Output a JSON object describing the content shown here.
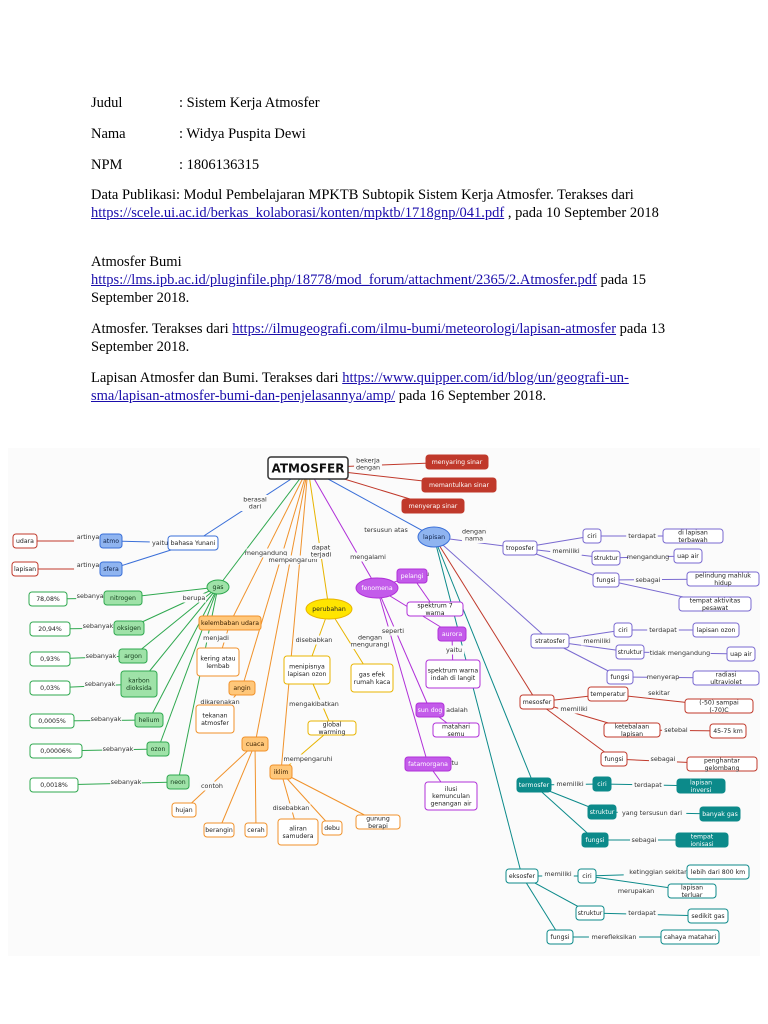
{
  "header": {
    "judul": {
      "label": "Judul",
      "value": ": Sistem Kerja Atmosfer"
    },
    "nama": {
      "label": "Nama",
      "value": ": Widya Puspita Dewi"
    },
    "npm": {
      "label": "NPM",
      "value": ": 1806136315"
    }
  },
  "refs": [
    {
      "text_before": "Data Publikasi:  Modul Pembelajaran MPKTB Subtopik Sistem Kerja Atmosfer. Terakses dari ",
      "link": "https://scele.ui.ac.id/berkas_kolaborasi/konten/mpktb/1718gnp/041.pdf",
      "text_after": " , pada 10 September 2018"
    },
    {
      "text_before": "Atmosfer Bumi ",
      "link": "https://lms.ipb.ac.id/pluginfile.php/18778/mod_forum/attachment/2365/2.Atmosfer.pdf",
      "text_after": "  pada 15 September 2018."
    },
    {
      "text_before": "Atmosfer. Terakses dari ",
      "link": "https://ilmugeografi.com/ilmu-bumi/meteorologi/lapisan-atmosfer",
      "text_after": " pada 13 September 2018."
    },
    {
      "text_before": "Lapisan Atmosfer dan Bumi. Terakses dari ",
      "link": "https://www.quipper.com/id/blog/un/geografi-un-sma/lapisan-atmosfer-bumi-dan-penjelasannya/amp/",
      "text_after": " pada 16 September 2018."
    }
  ],
  "mindmap": {
    "colors": {
      "red": "#c0392b",
      "blue": "#3a6fd8",
      "green": "#2fa84f",
      "yellow": "#e8b400",
      "orange": "#f0922b",
      "purple": "#b030d8",
      "violet": "#7a6ad0",
      "teal": "#0c8a8a"
    },
    "nodes": [
      {
        "id": "atmosfer",
        "text": "ATMOSFER",
        "style": "root"
      },
      {
        "id": "menyaring",
        "text": "menyaring sinar",
        "style": "red"
      },
      {
        "id": "memantulkan",
        "text": "memantulkan sinar",
        "style": "red"
      },
      {
        "id": "menyerap",
        "text": "menyerap sinar",
        "style": "red"
      },
      {
        "id": "bahasa",
        "text": "bahasa Yunani",
        "style": "blue-o"
      },
      {
        "id": "atmo",
        "text": "atmo",
        "style": "blue"
      },
      {
        "id": "sfera",
        "text": "sfera",
        "style": "blue"
      },
      {
        "id": "udara",
        "text": "udara",
        "style": "red-o"
      },
      {
        "id": "lapisan_r",
        "text": "lapisan",
        "style": "red-o"
      },
      {
        "id": "lapisan",
        "text": "lapisan",
        "style": "blue"
      },
      {
        "id": "gas",
        "text": "gas",
        "style": "green"
      },
      {
        "id": "nitrogen",
        "text": "nitrogen",
        "style": "green"
      },
      {
        "id": "oksigen",
        "text": "oksigen",
        "style": "green"
      },
      {
        "id": "argon",
        "text": "argon",
        "style": "green"
      },
      {
        "id": "karbon",
        "text": "karbon dioksida",
        "style": "green"
      },
      {
        "id": "helium",
        "text": "helium",
        "style": "green"
      },
      {
        "id": "ozon_g",
        "text": "ozon",
        "style": "green"
      },
      {
        "id": "neon",
        "text": "neon",
        "style": "green"
      },
      {
        "id": "p7808",
        "text": "78,08%",
        "style": "green-o"
      },
      {
        "id": "p2094",
        "text": "20,94%",
        "style": "green-o"
      },
      {
        "id": "p093",
        "text": "0,93%",
        "style": "green-o"
      },
      {
        "id": "p003",
        "text": "0,03%",
        "style": "green-o"
      },
      {
        "id": "p00005",
        "text": "0,0005%",
        "style": "green-o"
      },
      {
        "id": "p000006",
        "text": "0,00006%",
        "style": "green-o"
      },
      {
        "id": "p0018",
        "text": "0,0018%",
        "style": "green-o"
      },
      {
        "id": "kelembaban",
        "text": "kelembaban udara",
        "style": "orange"
      },
      {
        "id": "kering",
        "text": "kering atau lembab",
        "style": "orange-o"
      },
      {
        "id": "angin",
        "text": "angin",
        "style": "orange"
      },
      {
        "id": "tekanan",
        "text": "tekanan atmosfer",
        "style": "orange-o"
      },
      {
        "id": "cuaca",
        "text": "cuaca",
        "style": "orange"
      },
      {
        "id": "iklim",
        "text": "iklim",
        "style": "orange"
      },
      {
        "id": "hujan",
        "text": "hujan",
        "style": "orange-o"
      },
      {
        "id": "berangin",
        "text": "berangin",
        "style": "orange-o"
      },
      {
        "id": "cerah",
        "text": "cerah",
        "style": "orange-o"
      },
      {
        "id": "aliran",
        "text": "aliran samudera",
        "style": "orange-o"
      },
      {
        "id": "debu",
        "text": "debu",
        "style": "orange-o"
      },
      {
        "id": "gunung",
        "text": "gunung berapi",
        "style": "orange-o"
      },
      {
        "id": "perubahan",
        "text": "perubahan",
        "style": "yellow"
      },
      {
        "id": "menipisnya",
        "text": "menipisnya lapisan ozon",
        "style": "yellow-o"
      },
      {
        "id": "gasefek",
        "text": "gas efek rumah kaca",
        "style": "yellow-o"
      },
      {
        "id": "global",
        "text": "global warming",
        "style": "yellow-o"
      },
      {
        "id": "fenomena",
        "text": "fenomena",
        "style": "purple"
      },
      {
        "id": "pelangi",
        "text": "pelangi",
        "style": "purple"
      },
      {
        "id": "spektrum",
        "text": "spektrum 7 warna",
        "style": "purple-o"
      },
      {
        "id": "aurora",
        "text": "aurora",
        "style": "purple"
      },
      {
        "id": "spektrumw",
        "text": "spektrum warna indah di langit",
        "style": "purple-o"
      },
      {
        "id": "sundog",
        "text": "sun dog",
        "style": "purple"
      },
      {
        "id": "matahari",
        "text": "matahari semu",
        "style": "purple-o"
      },
      {
        "id": "fatamorgana",
        "text": "fatamorgana",
        "style": "purple"
      },
      {
        "id": "ilusi",
        "text": "ilusi kemunculan genangan air",
        "style": "purple-o"
      },
      {
        "id": "troposfer",
        "text": "troposfer",
        "style": "violet-o"
      },
      {
        "id": "ciri_t",
        "text": "ciri",
        "style": "violet-o"
      },
      {
        "id": "lap_terbawah",
        "text": "di lapisan terbawah",
        "style": "violet-o"
      },
      {
        "id": "struktur_t",
        "text": "struktur",
        "style": "violet-o"
      },
      {
        "id": "uap_t",
        "text": "uap air",
        "style": "violet-o"
      },
      {
        "id": "fungsi_t",
        "text": "fungsi",
        "style": "violet-o"
      },
      {
        "id": "pelindung",
        "text": "pelindung mahluk hidup",
        "style": "violet-o"
      },
      {
        "id": "tempat_akt",
        "text": "tempat aktivitas pesawat",
        "style": "violet-o"
      },
      {
        "id": "stratosfer",
        "text": "stratosfer",
        "style": "violet-o"
      },
      {
        "id": "ciri_s",
        "text": "ciri",
        "style": "violet-o"
      },
      {
        "id": "lap_ozon",
        "text": "lapisan ozon",
        "style": "violet-o"
      },
      {
        "id": "struktur_s",
        "text": "struktur",
        "style": "violet-o"
      },
      {
        "id": "uap_s",
        "text": "uap air",
        "style": "violet-o"
      },
      {
        "id": "fungsi_s",
        "text": "fungsi",
        "style": "violet-o"
      },
      {
        "id": "radiasi",
        "text": "radiasi ultraviolet",
        "style": "violet-o"
      },
      {
        "id": "mesosfer",
        "text": "mesosfer",
        "style": "red-o"
      },
      {
        "id": "temperatur",
        "text": "temperatur",
        "style": "red-o"
      },
      {
        "id": "suhu",
        "text": "(-50) sampai (-70)C",
        "style": "red-o"
      },
      {
        "id": "ketebalan",
        "text": "ketebalaan lapisan",
        "style": "red-o"
      },
      {
        "id": "tebal",
        "text": "45-75 km",
        "style": "red-o"
      },
      {
        "id": "fungsi_m",
        "text": "fungsi",
        "style": "red-o"
      },
      {
        "id": "penghantar",
        "text": "penghantar gelombang",
        "style": "red-o"
      },
      {
        "id": "termosfer",
        "text": "termosfer",
        "style": "teal"
      },
      {
        "id": "ciri_tm",
        "text": "ciri",
        "style": "teal"
      },
      {
        "id": "inversi",
        "text": "lapisan inversi",
        "style": "teal"
      },
      {
        "id": "struktur_tm",
        "text": "struktur",
        "style": "teal"
      },
      {
        "id": "banyakgas",
        "text": "banyak gas",
        "style": "teal"
      },
      {
        "id": "fungsi_tm",
        "text": "fungsi",
        "style": "teal"
      },
      {
        "id": "ionisasi",
        "text": "tempat ionisasi",
        "style": "teal"
      },
      {
        "id": "eksosfer",
        "text": "eksosfer",
        "style": "teal-o"
      },
      {
        "id": "ciri_e",
        "text": "ciri",
        "style": "teal-o"
      },
      {
        "id": "lebih800",
        "text": "lebih dari 800 km",
        "style": "teal-o"
      },
      {
        "id": "terluar",
        "text": "lapisan terluar",
        "style": "teal-o"
      },
      {
        "id": "struktur_e",
        "text": "struktur",
        "style": "teal-o"
      },
      {
        "id": "sedikitgas",
        "text": "sedikit gas",
        "style": "teal-o"
      },
      {
        "id": "fungsi_e",
        "text": "fungsi",
        "style": "teal-o"
      },
      {
        "id": "cahaya",
        "text": "cahaya matahari",
        "style": "teal-o"
      }
    ],
    "edge_labels": [
      {
        "text": "bekerja dengan"
      },
      {
        "text": "berasal dari"
      },
      {
        "text": "yaitu"
      },
      {
        "text": "artinya"
      },
      {
        "text": "artinya"
      },
      {
        "text": "tersusun atas"
      },
      {
        "text": "dengan nama"
      },
      {
        "text": "mengandung"
      },
      {
        "text": "berupa"
      },
      {
        "text": "sebanyak"
      },
      {
        "text": "sebanyak"
      },
      {
        "text": "sebanyak"
      },
      {
        "text": "sebanyak"
      },
      {
        "text": "sebanyak"
      },
      {
        "text": "sebanyak"
      },
      {
        "text": "sebanyak"
      },
      {
        "text": "mempengaruhi"
      },
      {
        "text": "menjadi"
      },
      {
        "text": "dikarenakan"
      },
      {
        "text": "contoh"
      },
      {
        "text": "mempengaruhi"
      },
      {
        "text": "disebabkan"
      },
      {
        "text": "dapat terjadi"
      },
      {
        "text": "disebabkan"
      },
      {
        "text": "dengan mengurangi"
      },
      {
        "text": "mengakibatkan"
      },
      {
        "text": "mengalami"
      },
      {
        "text": "yaitu"
      },
      {
        "text": "seperti"
      },
      {
        "text": "yaitu"
      },
      {
        "text": "adalah"
      },
      {
        "text": "yaitu"
      },
      {
        "text": "memiliki"
      },
      {
        "text": "terdapat"
      },
      {
        "text": "mengandung"
      },
      {
        "text": "sebagai"
      },
      {
        "text": "memiliki"
      },
      {
        "text": "terdapat"
      },
      {
        "text": "tidak mengandung"
      },
      {
        "text": "menyerap"
      },
      {
        "text": "memiliki"
      },
      {
        "text": "sekitar"
      },
      {
        "text": "setebal"
      },
      {
        "text": "sebagai"
      },
      {
        "text": "memiliki"
      },
      {
        "text": "terdapat"
      },
      {
        "text": "yang tersusun dari"
      },
      {
        "text": "sebagai"
      },
      {
        "text": "memiliki"
      },
      {
        "text": "ketinggian sekitar"
      },
      {
        "text": "merupakan"
      },
      {
        "text": "terdapat"
      },
      {
        "text": "merefleksikan"
      }
    ]
  }
}
